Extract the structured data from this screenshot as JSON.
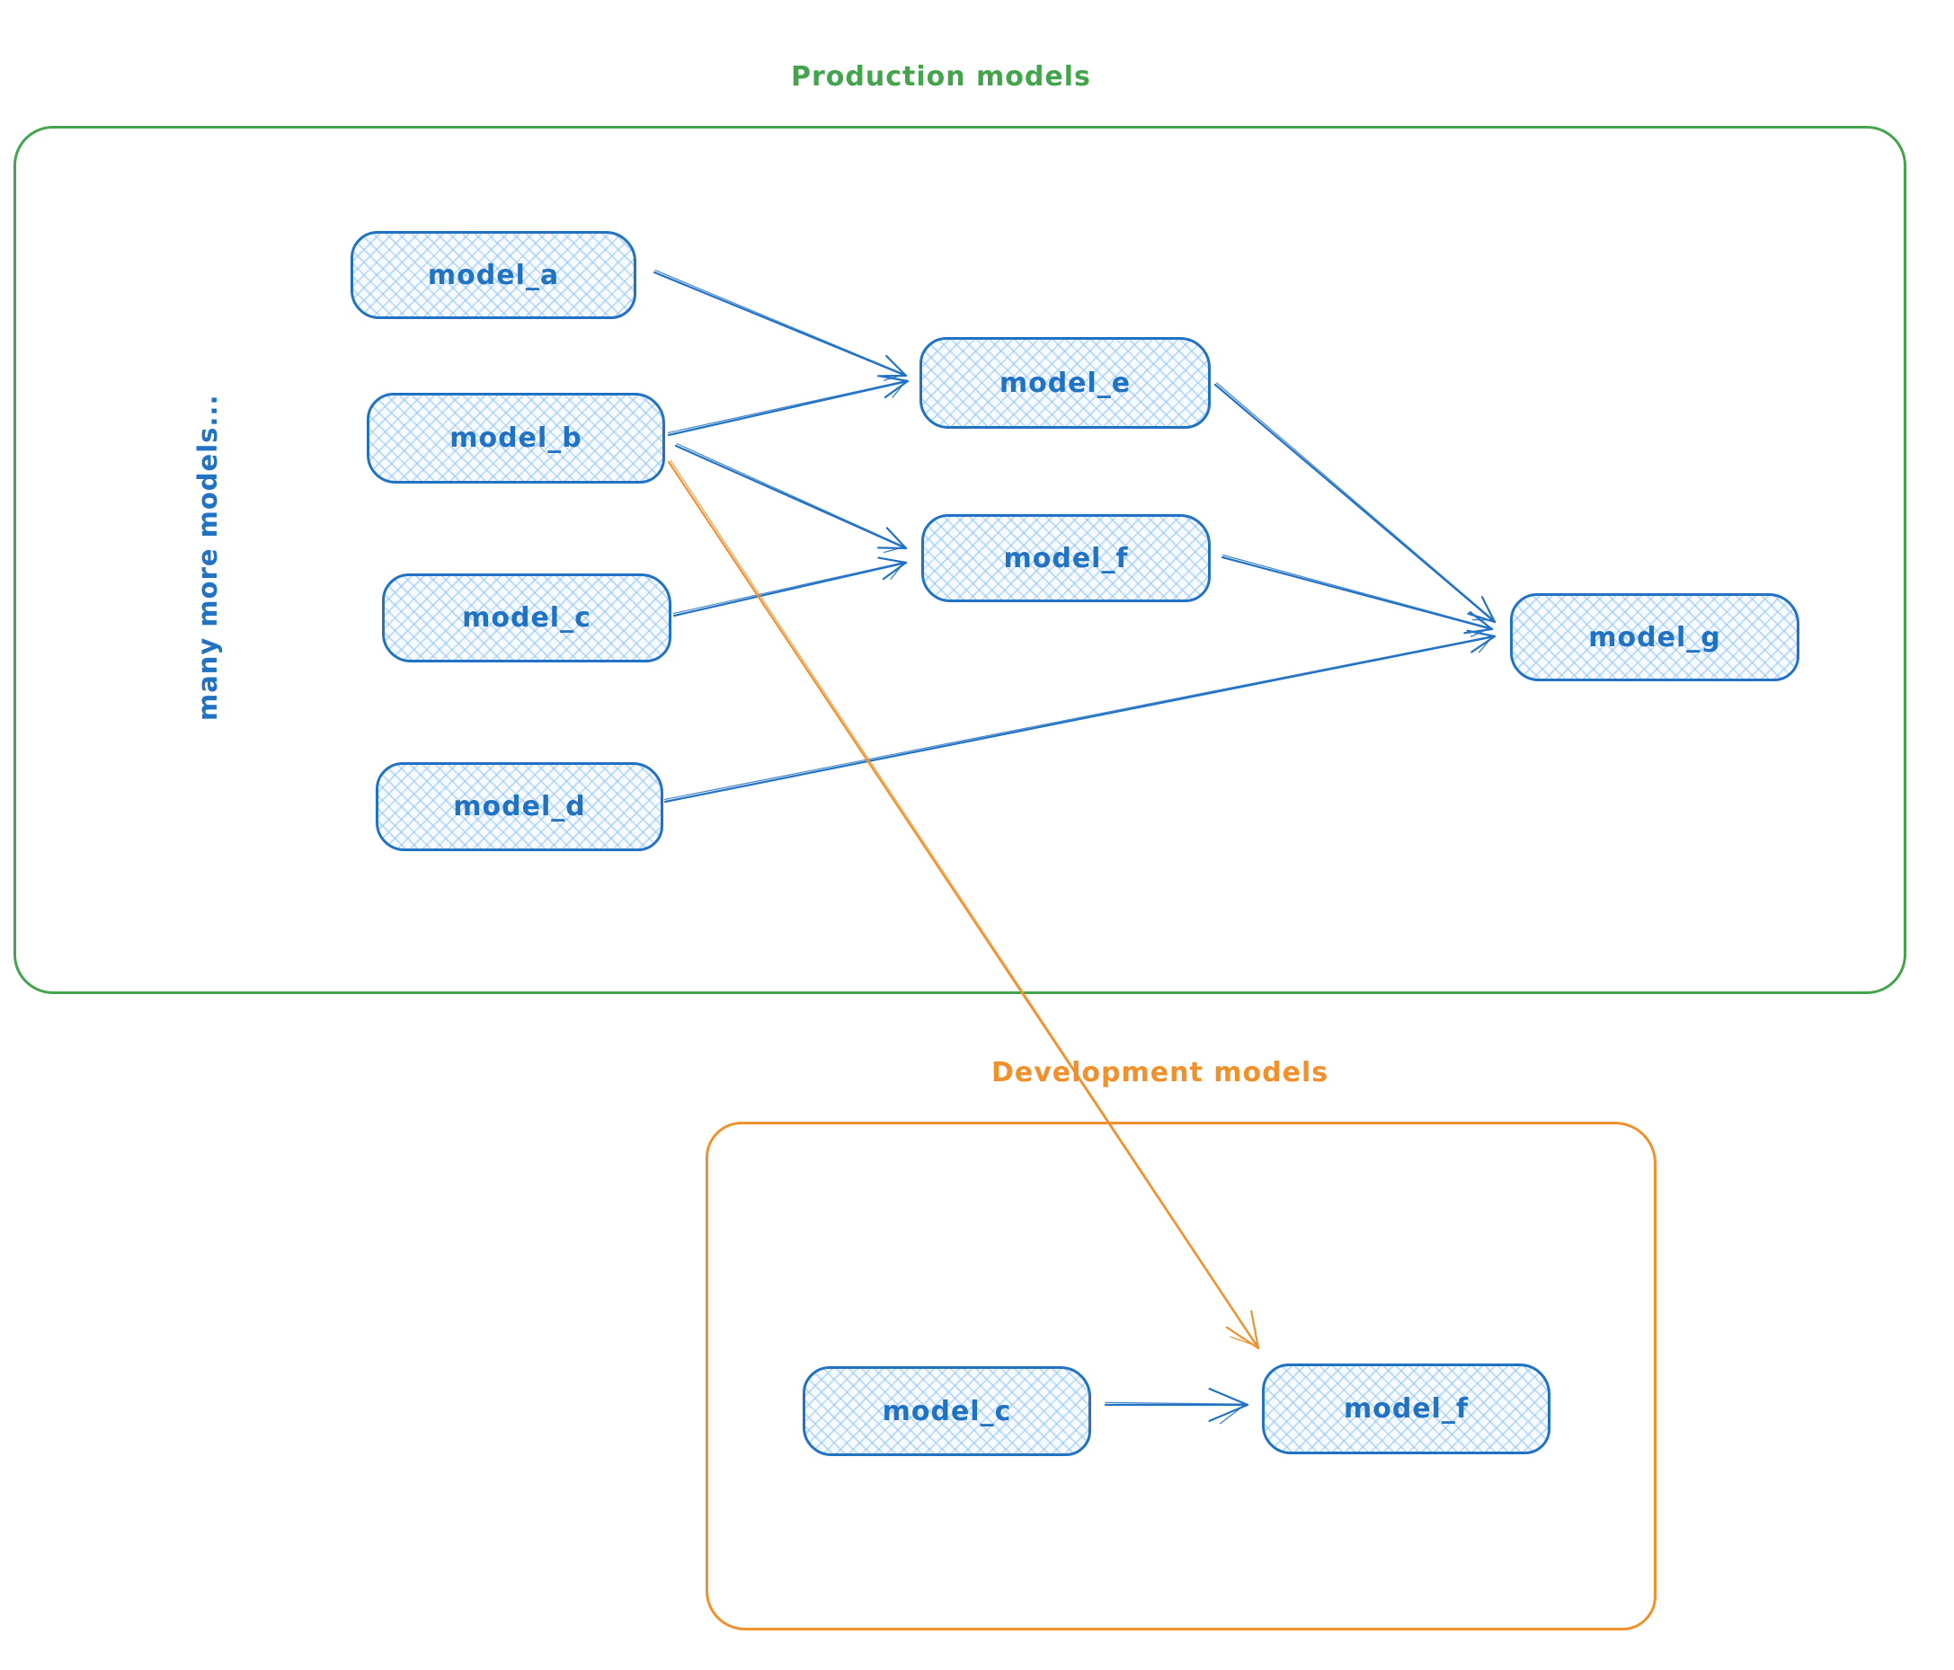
{
  "colors": {
    "blue": "#2272c4",
    "green": "#44a44e",
    "orange": "#f0912d",
    "node_fill": "#f7fbff",
    "node_hatch": "#92c6f3"
  },
  "production": {
    "title": "Production models",
    "side_note": "many more models...",
    "nodes": {
      "model_a": {
        "label": "model_a"
      },
      "model_b": {
        "label": "model_b"
      },
      "model_c": {
        "label": "model_c"
      },
      "model_d": {
        "label": "model_d"
      },
      "model_e": {
        "label": "model_e"
      },
      "model_f": {
        "label": "model_f"
      },
      "model_g": {
        "label": "model_g"
      }
    }
  },
  "development": {
    "title": "Development models",
    "nodes": {
      "model_c": {
        "label": "model_c"
      },
      "model_f": {
        "label": "model_f"
      }
    }
  },
  "edges": [
    {
      "id": "prod_a-prod_e",
      "from": "production.model_a",
      "to": "production.model_e",
      "color": "blue"
    },
    {
      "id": "prod_b-prod_e",
      "from": "production.model_b",
      "to": "production.model_e",
      "color": "blue"
    },
    {
      "id": "prod_b-prod_f",
      "from": "production.model_b",
      "to": "production.model_f",
      "color": "blue"
    },
    {
      "id": "prod_c-prod_f",
      "from": "production.model_c",
      "to": "production.model_f",
      "color": "blue"
    },
    {
      "id": "prod_e-prod_g",
      "from": "production.model_e",
      "to": "production.model_g",
      "color": "blue"
    },
    {
      "id": "prod_f-prod_g",
      "from": "production.model_f",
      "to": "production.model_g",
      "color": "blue"
    },
    {
      "id": "prod_d-prod_g",
      "from": "production.model_d",
      "to": "production.model_g",
      "color": "blue"
    },
    {
      "id": "prod_b-dev_f",
      "from": "production.model_b",
      "to": "development.model_f",
      "color": "orange"
    },
    {
      "id": "dev_c-dev_f",
      "from": "development.model_c",
      "to": "development.model_f",
      "color": "blue"
    }
  ]
}
